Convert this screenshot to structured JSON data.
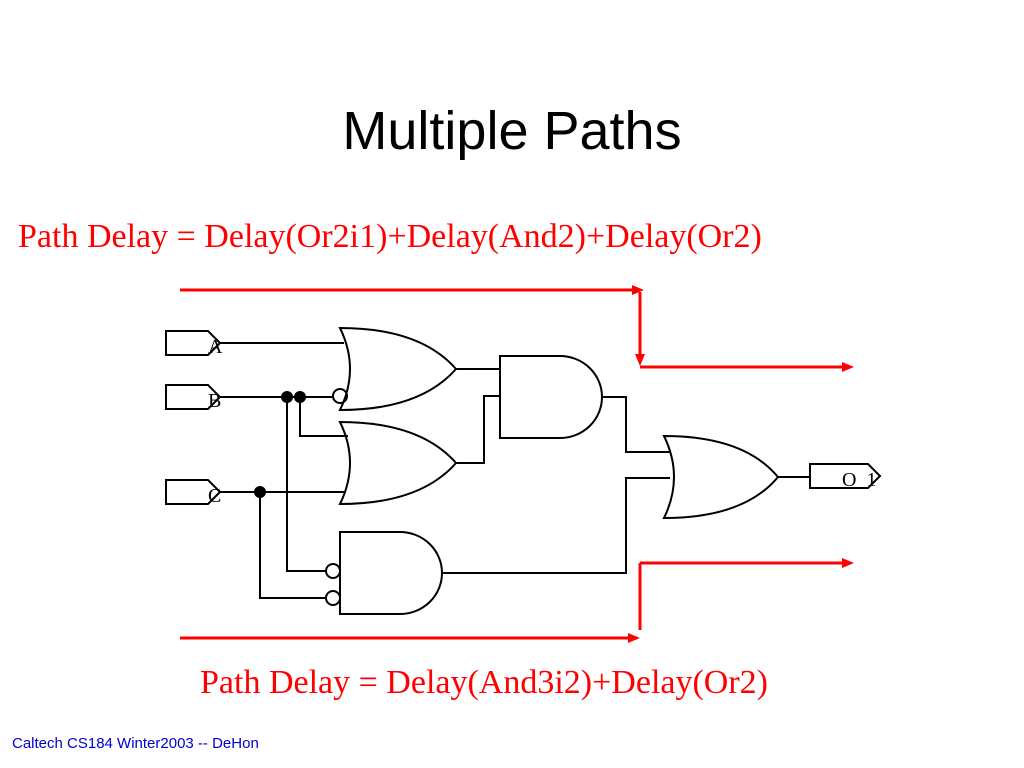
{
  "title": "Multiple Paths",
  "top_caption": "Path Delay = Delay(Or2i1)+Delay(And2)+Delay(Or2)",
  "bottom_caption": "Path Delay = Delay(And3i2)+Delay(Or2)",
  "footer": "Caltech CS184 Winter2003 -- DeHon",
  "inputs": [
    "A",
    "B",
    "C"
  ],
  "output": "O_1",
  "colors": {
    "highlight": "#ff0000",
    "footer": "#0000cc",
    "ink": "#000000"
  }
}
